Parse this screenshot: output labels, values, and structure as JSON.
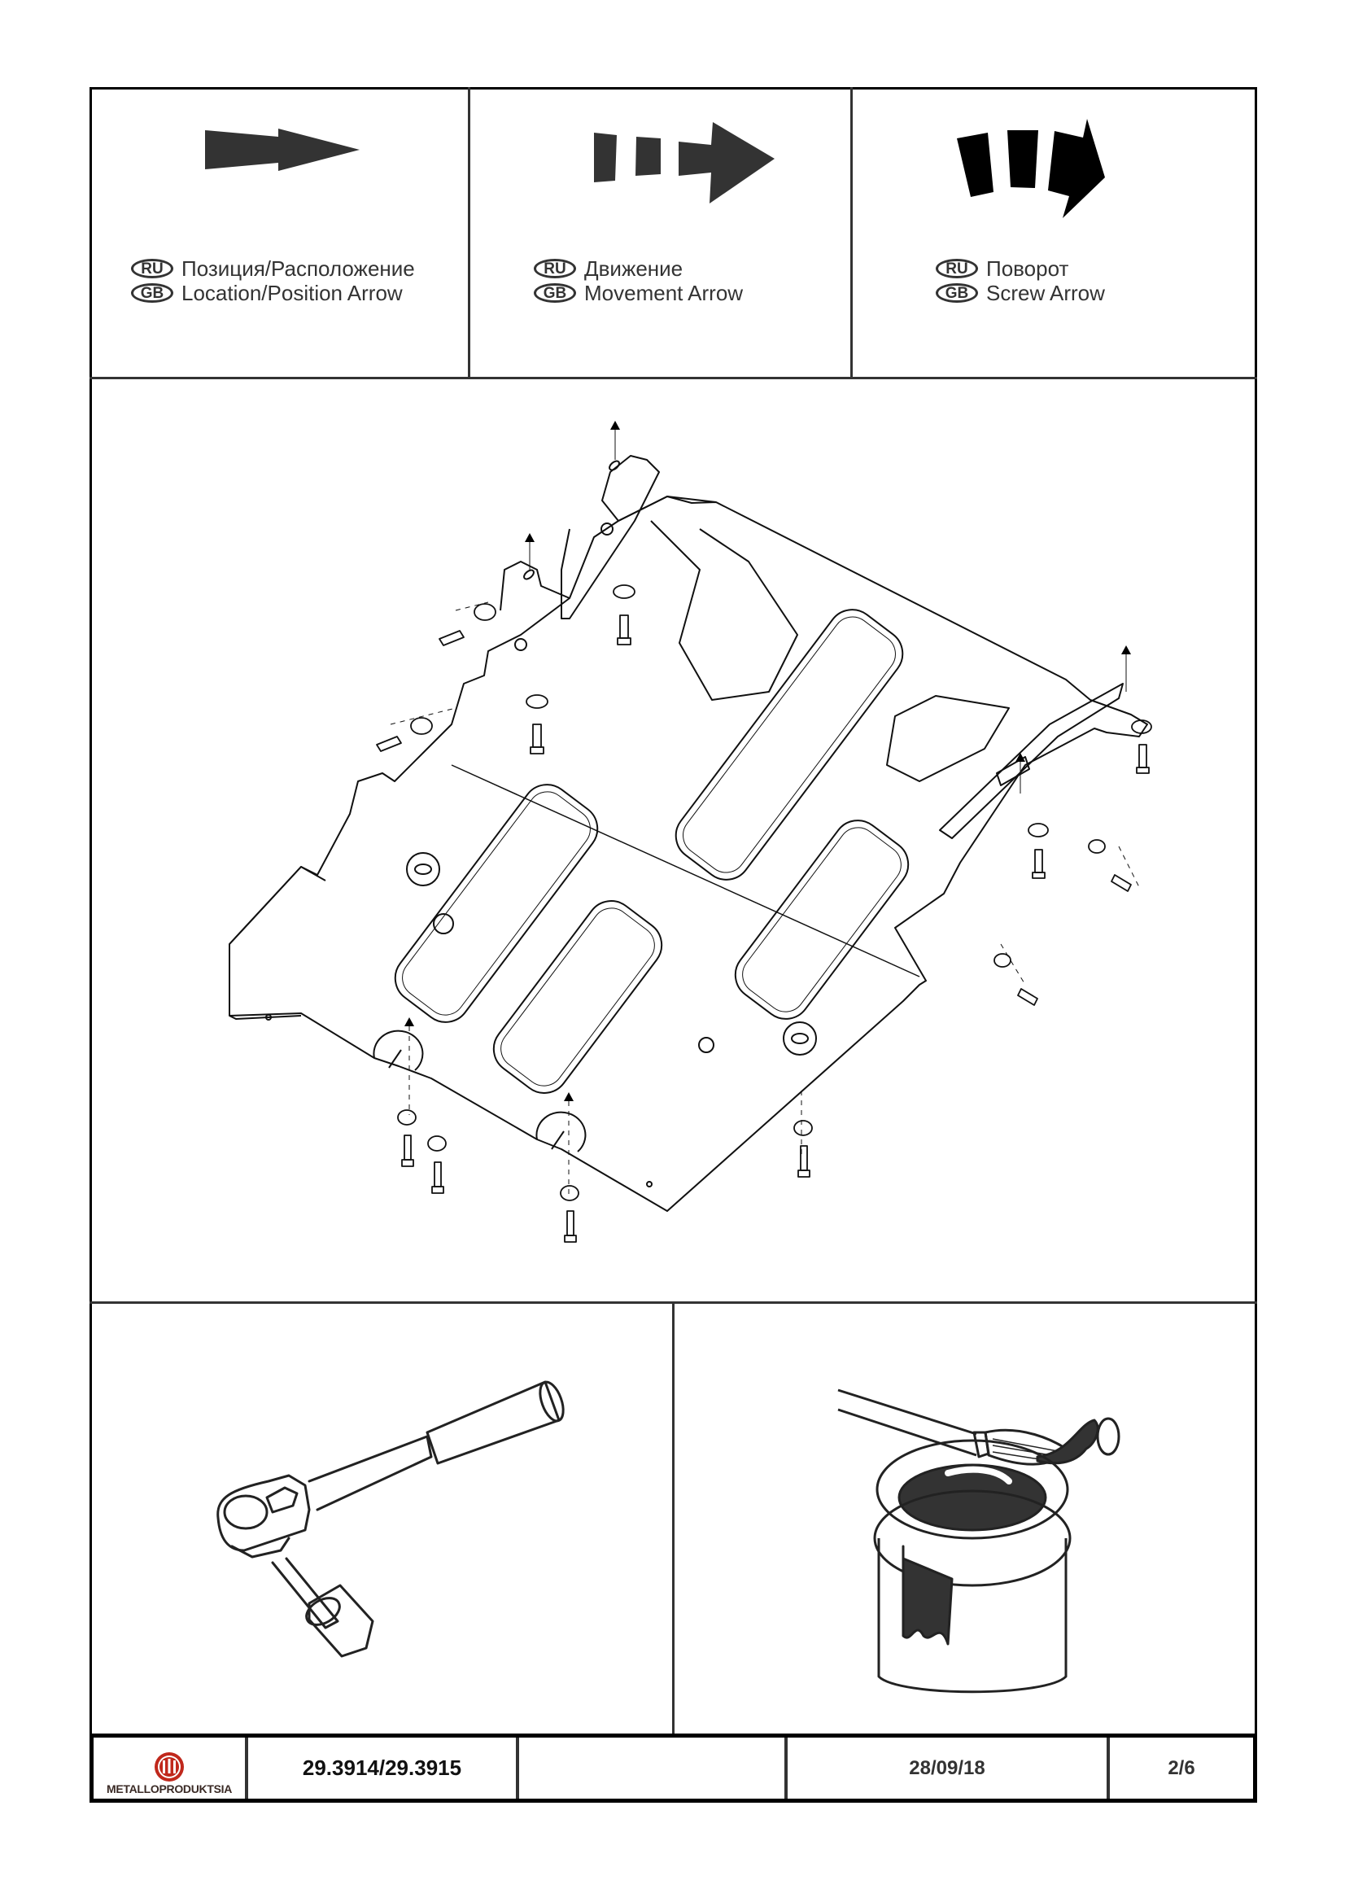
{
  "legend": [
    {
      "icon": "location-arrow-icon",
      "ru_badge": "RU",
      "gb_badge": "GB",
      "ru_label": "Позиция/Расположение",
      "gb_label": "Location/Position Arrow"
    },
    {
      "icon": "movement-arrow-icon",
      "ru_badge": "RU",
      "gb_badge": "GB",
      "ru_label": "Движение",
      "gb_label": "Movement Arrow"
    },
    {
      "icon": "screw-arrow-icon",
      "ru_badge": "RU",
      "gb_badge": "GB",
      "ru_label": "Поворот",
      "gb_label": "Screw Arrow"
    }
  ],
  "illustrations": {
    "main": "skid-plate-exploded-assembly",
    "tool": "ratchet-wrench",
    "finish": "paint-brush-and-can"
  },
  "title_block": {
    "logo_text": "METALLOPRODUKTSIA",
    "part_number": "29.3914/29.3915",
    "empty_field": "",
    "date": "28/09/18",
    "page": "2/6"
  },
  "colors": {
    "logo_red": "#c0281c",
    "ink": "#333333"
  }
}
